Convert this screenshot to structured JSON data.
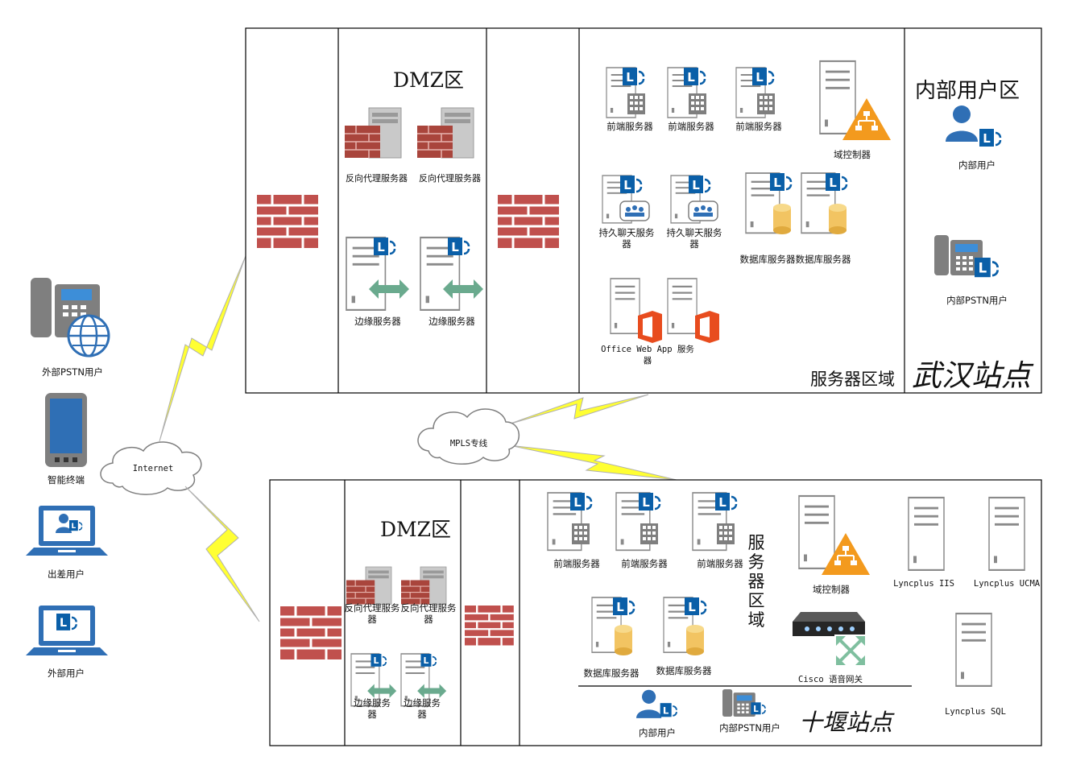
{
  "labels": {
    "external_pstn": "外部PSTN用户",
    "smart_terminal": "智能终端",
    "travel_user": "出差用户",
    "external_user": "外部用户",
    "internet": "Internet",
    "mpls": "MPLS专线",
    "wuhan": {
      "dmz_title": "DMZ区",
      "reverse_proxy": "反向代理服务器",
      "edge_server": "边缘服务器",
      "front_end": "前端服务器",
      "domain_controller": "域控制器",
      "persistent_chat": "持久聊天服务器",
      "database_server": "数据库服务器",
      "office_web_app": "Office Web App 服务器",
      "server_zone": "服务器区域",
      "internal_zone_title": "内部用户区",
      "internal_user": "内部用户",
      "internal_pstn": "内部PSTN用户",
      "site": "武汉站点"
    },
    "shiyan": {
      "dmz_title": "DMZ区",
      "reverse_proxy": "反向代理服务器",
      "edge_server": "边缘服务器",
      "front_end": "前端服务器",
      "server_zone": "服务器区域",
      "domain_controller": "域控制器",
      "lyncplus_iis": "Lyncplus IIS",
      "lyncplus_ucma": "Lyncplus UCMA",
      "database_server": "数据库服务器",
      "cisco_gateway": "Cisco 语音网关",
      "lyncplus_sql": "Lyncplus SQL",
      "internal_user": "内部用户",
      "internal_pstn": "内部PSTN用户",
      "site": "十堰站点"
    }
  },
  "colors": {
    "lync_blue": "#0a5fa8",
    "firewall": "#c0504d",
    "lightning": "#ffff33",
    "office": "#e84c1e",
    "domain_orange": "#f39a1e",
    "edge_arrow": "#6aaa8e",
    "icon_gray": "#808080",
    "line": "#000000"
  }
}
